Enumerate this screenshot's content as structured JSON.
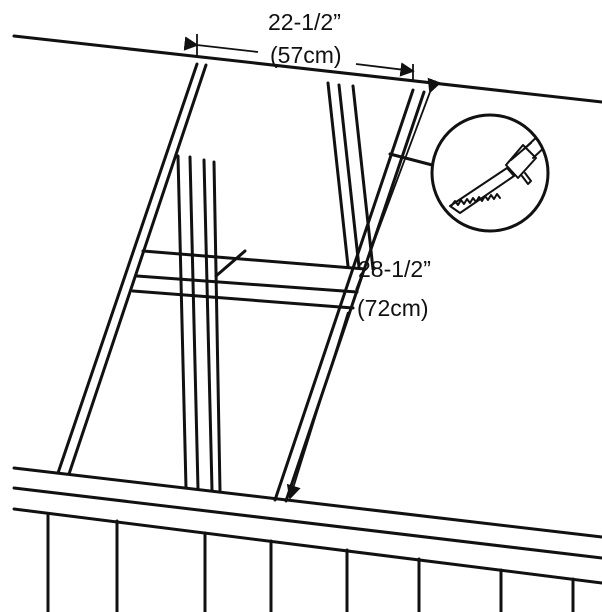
{
  "dimensions": {
    "width": {
      "imperial": "22-1/2”",
      "metric": "(57cm)"
    },
    "length": {
      "imperial": "28-1/2”",
      "metric": "(72cm)"
    }
  },
  "icons": {
    "detail_callout": "saw-cutting-detail-icon"
  }
}
